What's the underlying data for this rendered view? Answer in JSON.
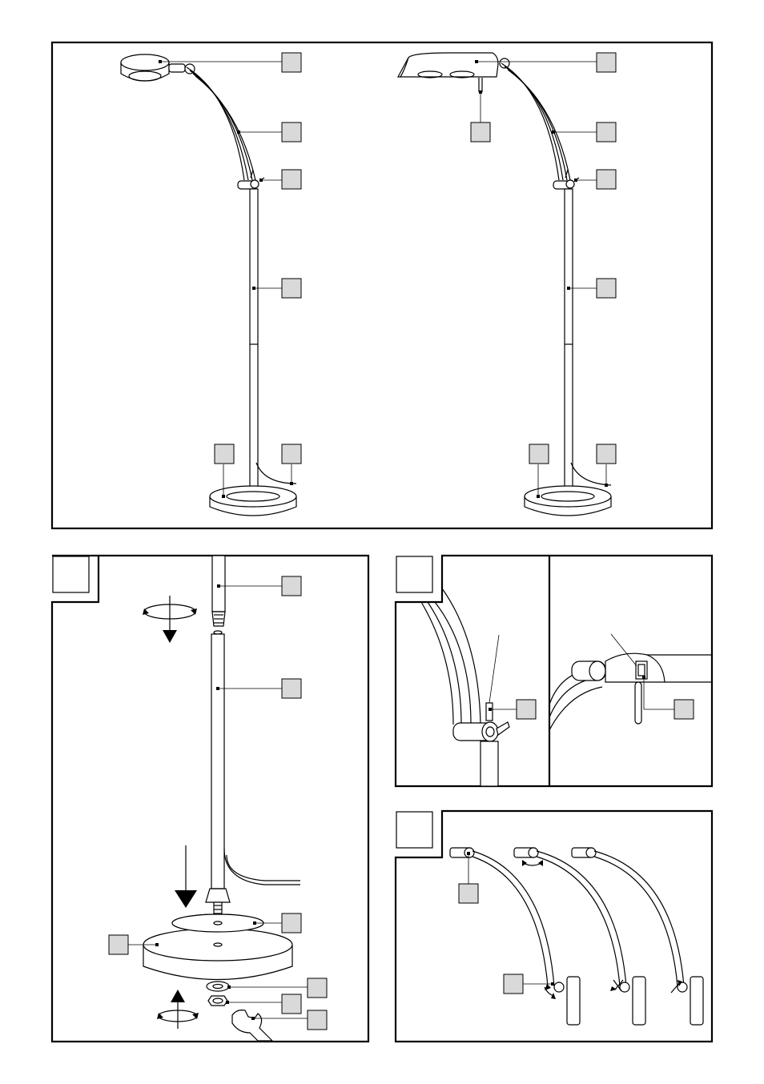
{
  "figure": {
    "panels": [
      {
        "id": "overview",
        "callouts": [
          "",
          "",
          "",
          "",
          "",
          "",
          ""
        ]
      },
      {
        "id": "step-1-assembly",
        "step_number": "",
        "callouts": [
          "",
          "",
          "",
          "",
          "",
          ""
        ]
      },
      {
        "id": "step-2-switch",
        "step_number": ""
      },
      {
        "id": "step-3-arm-adjustment",
        "step_number": ""
      }
    ],
    "colors": {
      "line": "#000000",
      "callout_fill": "#d9d9d9",
      "background": "#ffffff"
    }
  }
}
